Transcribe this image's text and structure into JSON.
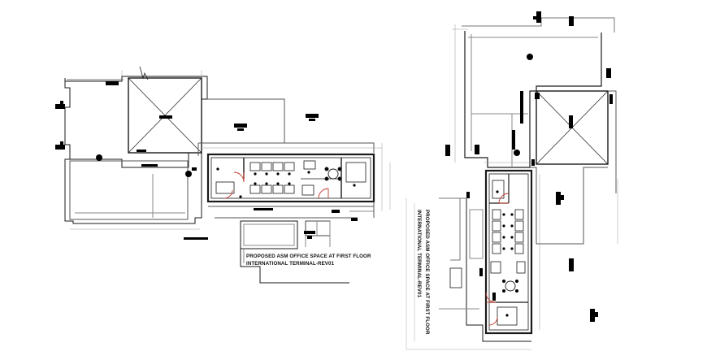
{
  "drawing": {
    "left_plan": {
      "caption_line1": "PROPOSED ASM OFFICE SPACE AT FIRST FLOOR",
      "caption_line2": "INTERNATIONAL TERMINAL-REV01"
    },
    "right_plan": {
      "caption_line1": "PROPOSED ASM OFFICE SPACE AT FIRST FLOOR",
      "caption_line2": "INTERNATIONAL TERMINAL-REV01"
    }
  },
  "colors": {
    "line": "#1a1a1a",
    "thin_line": "#555555",
    "door_swing": "#c0392b",
    "fill_block": "#000000",
    "background": "#ffffff"
  }
}
